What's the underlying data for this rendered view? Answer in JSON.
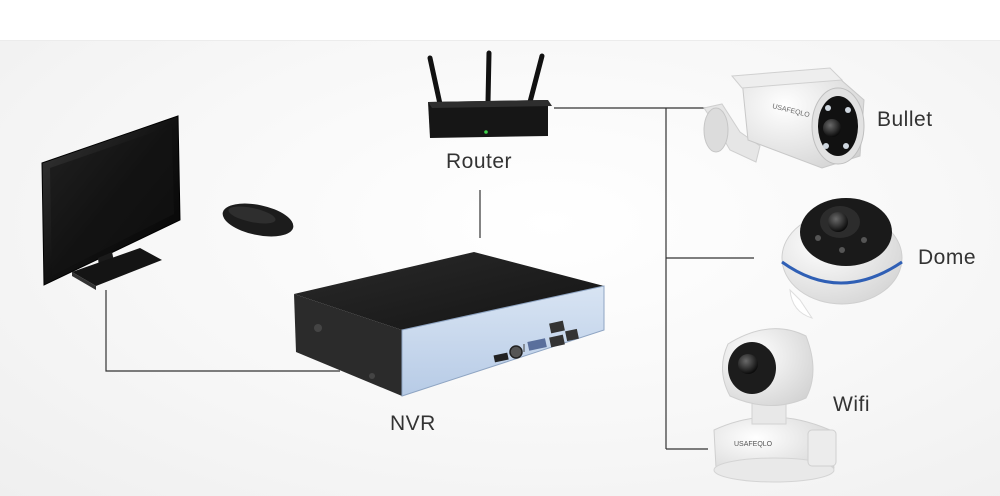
{
  "labels": {
    "router": "Router",
    "nvr": "NVR",
    "bullet": "Bullet",
    "dome": "Dome",
    "wifi": "Wifi"
  },
  "brand": "USAFEQLO",
  "colors": {
    "line": "#333333",
    "device_dark": "#1c1c1c",
    "nvr_panel": "#c9d9ee",
    "camera_white": "#f2f2f2",
    "dome_ring": "#2f5fb5"
  },
  "icons": [
    "monitor-icon",
    "mouse-icon",
    "router-icon",
    "nvr-icon",
    "bullet-camera-icon",
    "dome-camera-icon",
    "wifi-camera-icon"
  ]
}
